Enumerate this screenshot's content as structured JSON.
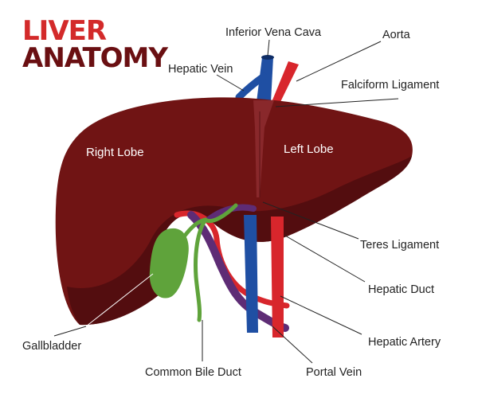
{
  "title": {
    "line1": "LIVER",
    "line2": "ANATOMY"
  },
  "labels": {
    "inferior_vena_cava": "Inferior Vena Cava",
    "aorta": "Aorta",
    "hepatic_vein": "Hepatic Vein",
    "falciform_ligament": "Falciform Ligament",
    "right_lobe": "Right Lobe",
    "left_lobe": "Left Lobe",
    "teres_ligament": "Teres Ligament",
    "hepatic_duct": "Hepatic Duct",
    "gallbladder": "Gallbladder",
    "hepatic_artery": "Hepatic Artery",
    "common_bile_duct": "Common Bile Duct",
    "portal_vein": "Portal Vein"
  },
  "colors": {
    "title_red": "#d32a2a",
    "title_dark": "#6a0f12",
    "liver": "#701414",
    "liver_shadow": "#4e0c0e",
    "vein_blue": "#1f4fa3",
    "artery_red": "#d8262c",
    "portal_purple": "#5e2c75",
    "bile_green": "#5fa33b"
  }
}
